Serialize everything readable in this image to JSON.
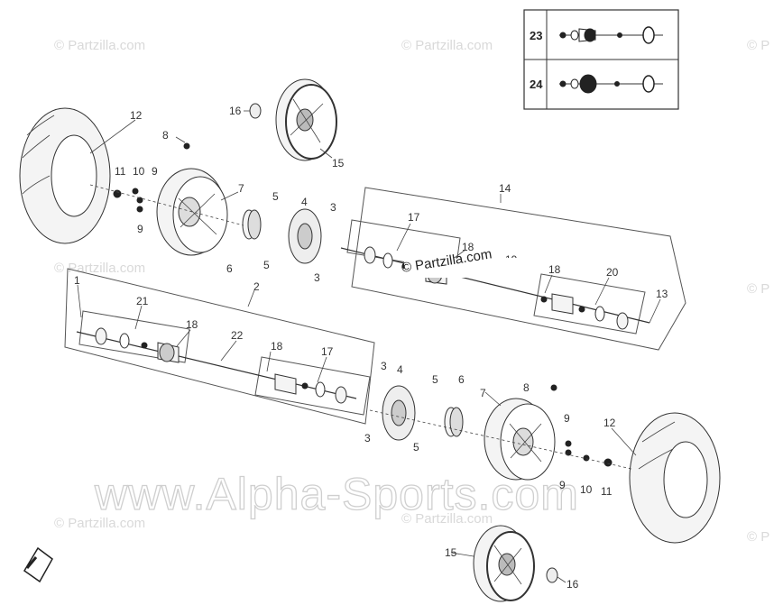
{
  "watermarks": {
    "small": "© Partzilla.com",
    "small_partial": "© P",
    "center": "© Partzilla.com",
    "big": "www.Alpha-Sports.com"
  },
  "legend": {
    "rows": [
      {
        "num": "23"
      },
      {
        "num": "24"
      }
    ]
  },
  "callouts": [
    {
      "id": "c12a",
      "text": "12"
    },
    {
      "id": "c8a",
      "text": "8"
    },
    {
      "id": "c16a",
      "text": "16"
    },
    {
      "id": "c15a",
      "text": "15"
    },
    {
      "id": "c11a",
      "text": "11"
    },
    {
      "id": "c10a",
      "text": "10"
    },
    {
      "id": "c9a",
      "text": "9"
    },
    {
      "id": "c9b",
      "text": "9"
    },
    {
      "id": "c7a",
      "text": "7"
    },
    {
      "id": "c5a",
      "text": "5"
    },
    {
      "id": "c5b",
      "text": "5"
    },
    {
      "id": "c4a",
      "text": "4"
    },
    {
      "id": "c3a",
      "text": "3"
    },
    {
      "id": "c3b",
      "text": "3"
    },
    {
      "id": "c6a",
      "text": "6"
    },
    {
      "id": "c14",
      "text": "14"
    },
    {
      "id": "c17a",
      "text": "17"
    },
    {
      "id": "c18a",
      "text": "18"
    },
    {
      "id": "c19",
      "text": "19"
    },
    {
      "id": "c18b",
      "text": "18"
    },
    {
      "id": "c20",
      "text": "20"
    },
    {
      "id": "c13",
      "text": "13"
    },
    {
      "id": "c2",
      "text": "2"
    },
    {
      "id": "c1",
      "text": "1"
    },
    {
      "id": "c21",
      "text": "21"
    },
    {
      "id": "c18c",
      "text": "18"
    },
    {
      "id": "c22",
      "text": "22"
    },
    {
      "id": "c18d",
      "text": "18"
    },
    {
      "id": "c17b",
      "text": "17"
    },
    {
      "id": "c3c",
      "text": "3"
    },
    {
      "id": "c4b",
      "text": "4"
    },
    {
      "id": "c3d",
      "text": "3"
    },
    {
      "id": "c5c",
      "text": "5"
    },
    {
      "id": "c6b",
      "text": "6"
    },
    {
      "id": "c5d",
      "text": "5"
    },
    {
      "id": "c7b",
      "text": "7"
    },
    {
      "id": "c8b",
      "text": "8"
    },
    {
      "id": "c9c",
      "text": "9"
    },
    {
      "id": "c9d",
      "text": "9"
    },
    {
      "id": "c10b",
      "text": "10"
    },
    {
      "id": "c11b",
      "text": "11"
    },
    {
      "id": "c12b",
      "text": "12"
    },
    {
      "id": "c15b",
      "text": "15"
    },
    {
      "id": "c16b",
      "text": "16"
    }
  ]
}
